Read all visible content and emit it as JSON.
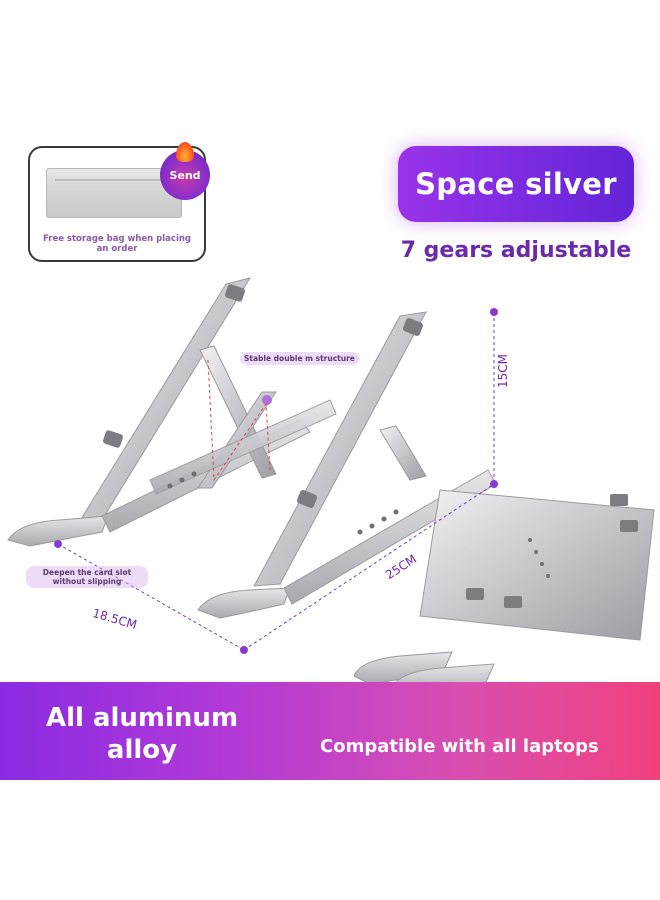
{
  "bag_box": {
    "badge": "Send",
    "caption": "Free storage bag when placing an order"
  },
  "title_pill": "Space silver",
  "gears_text": "7 gears adjustable",
  "annotations": {
    "structure": "Stable double m structure",
    "card_slot": "Deepen the card slot without slipping"
  },
  "dimensions": {
    "height": "15CM",
    "length": "25CM",
    "width": "18.5CM"
  },
  "banner": {
    "left": "All aluminum alloy",
    "right": "Compatible with all laptops"
  },
  "colors": {
    "accent_purple": "#7a2be0",
    "text_purple": "#6b2aa8",
    "banner_gradient": [
      "#8a2be2",
      "#d94fb0",
      "#f0407d"
    ],
    "metal": "#c8c8cc"
  }
}
